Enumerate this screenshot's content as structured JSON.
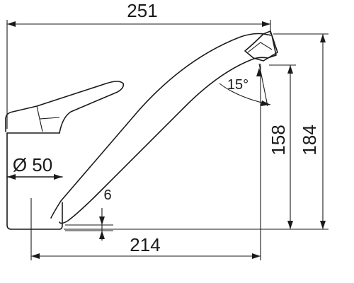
{
  "dimensions": {
    "overall_width": "251",
    "spout_reach": "214",
    "height_to_spout": "158",
    "overall_height": "184",
    "base_diameter": "Ø 50",
    "base_gap": "6",
    "spout_angle": "15°"
  },
  "colors": {
    "line": "#1a1a1a",
    "background": "#ffffff"
  }
}
